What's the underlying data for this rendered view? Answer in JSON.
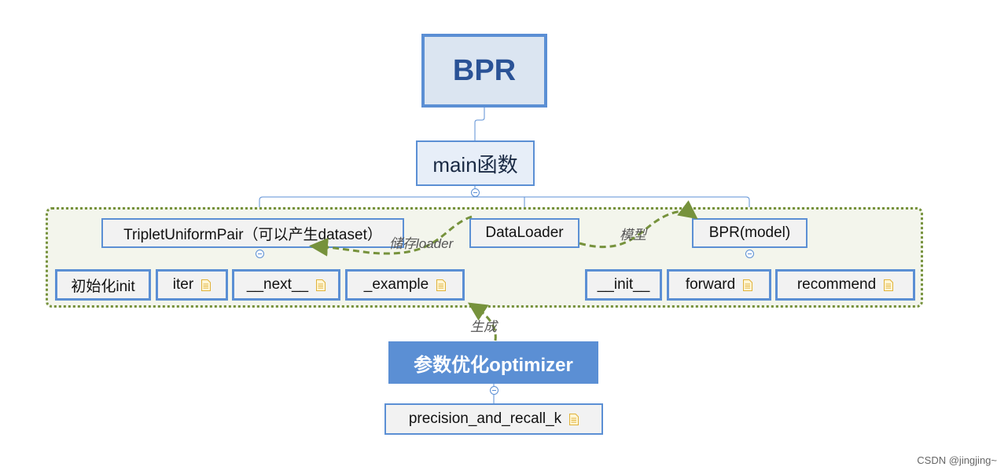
{
  "root": {
    "label": "BPR"
  },
  "main": {
    "label": "main函数"
  },
  "branches": {
    "triplet": "TripletUniformPair（可以产生dataset）",
    "dataloader": "DataLoader",
    "model": "BPR(model)"
  },
  "triplet_children": [
    "初始化init",
    "iter",
    "__next__",
    "_example"
  ],
  "model_children": [
    "__init__",
    "forward",
    "recommend"
  ],
  "optimizer": {
    "label": "参数优化optimizer"
  },
  "metric": {
    "label": "precision_and_recall_k"
  },
  "relations": {
    "store": "储存loader",
    "model": "模型",
    "generate": "生成"
  },
  "colors": {
    "accent": "#5b8fd4",
    "group_border": "#76923c",
    "relation_arrow": "#76923c"
  },
  "watermark": "CSDN @jingjing~"
}
